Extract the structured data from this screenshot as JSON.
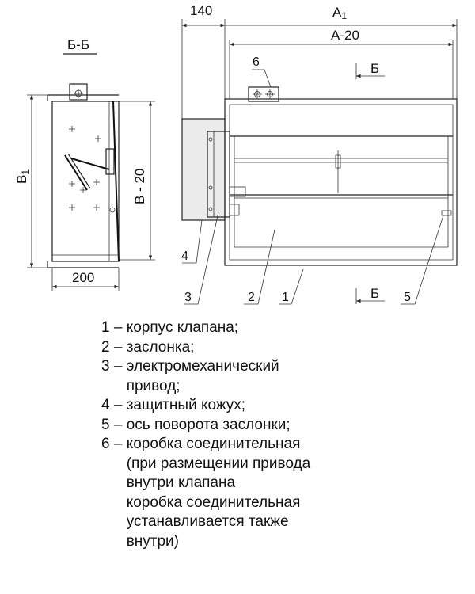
{
  "section_label": "Б-Б",
  "section_marks": [
    "Б",
    "Б"
  ],
  "dimensions": {
    "d140": "140",
    "A1": "A",
    "A1_sub": "1",
    "A20": "A-20",
    "B1": "B",
    "B1_sub": "1",
    "B20": "B - 20",
    "d200": "200"
  },
  "callouts": [
    "1",
    "2",
    "3",
    "4",
    "5",
    "6"
  ],
  "legend": [
    {
      "num": "1",
      "lines": [
        "корпус клапана;"
      ]
    },
    {
      "num": "2",
      "lines": [
        "заслонка;"
      ]
    },
    {
      "num": "3",
      "lines": [
        "электромеханический",
        "привод;"
      ]
    },
    {
      "num": "4",
      "lines": [
        "защитный кожух;"
      ]
    },
    {
      "num": "5",
      "lines": [
        "ось поворота заслонки;"
      ]
    },
    {
      "num": "6",
      "lines": [
        "коробка соединительная",
        "(при размещении привода",
        "внутри клапана",
        "коробка соединительная",
        "устанавливается также",
        "внутри)"
      ]
    }
  ]
}
